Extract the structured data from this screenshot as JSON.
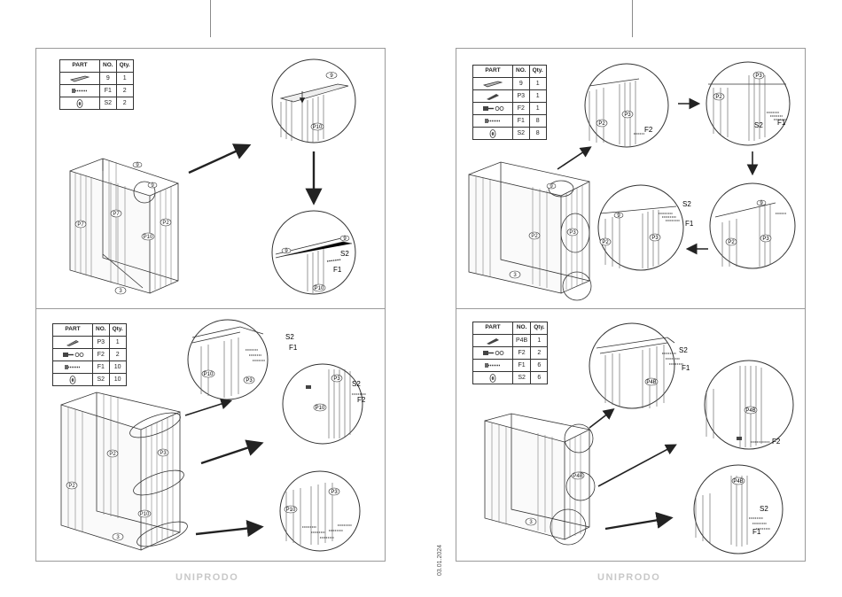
{
  "header_labels": {
    "part": "PART",
    "no": "NO.",
    "qty": "Qty."
  },
  "left_page": {
    "step1": {
      "parts": [
        {
          "icon": "rail-icon",
          "no": "9",
          "qty": "1"
        },
        {
          "icon": "screw-icon",
          "no": "F1",
          "qty": "2"
        },
        {
          "icon": "cap-icon",
          "no": "S2",
          "qty": "2"
        }
      ],
      "labels": {
        "part9": "9",
        "p7": "P7",
        "p2": "P2",
        "p10": "P10",
        "part3": "3",
        "part9b": "9",
        "f1": "F1",
        "s2": "S2"
      }
    },
    "step2": {
      "parts": [
        {
          "icon": "panel-icon",
          "no": "P3",
          "qty": "1"
        },
        {
          "icon": "anchor-icon",
          "no": "F2",
          "qty": "2"
        },
        {
          "icon": "screw-icon",
          "no": "F1",
          "qty": "10"
        },
        {
          "icon": "cap-icon",
          "no": "S2",
          "qty": "10"
        }
      ],
      "labels": {
        "p2": "P2",
        "p3": "P3",
        "p10": "P10",
        "part3": "3",
        "s2": "S2",
        "f1": "F1",
        "f2": "F2"
      }
    },
    "brand": "UNIPRODO"
  },
  "right_page": {
    "step1": {
      "parts": [
        {
          "icon": "rail-icon",
          "no": "9",
          "qty": "1"
        },
        {
          "icon": "panel-icon",
          "no": "P3",
          "qty": "1"
        },
        {
          "icon": "anchor-icon",
          "no": "F2",
          "qty": "1"
        },
        {
          "icon": "screw-icon",
          "no": "F1",
          "qty": "8"
        },
        {
          "icon": "cap-icon",
          "no": "S2",
          "qty": "8"
        }
      ],
      "labels": {
        "p2": "P2",
        "p3": "P3",
        "part9": "9",
        "part3": "3",
        "f2": "F2",
        "s2": "S2",
        "f1": "F1"
      }
    },
    "step2": {
      "parts": [
        {
          "icon": "panel-icon",
          "no": "P4B",
          "qty": "1"
        },
        {
          "icon": "anchor-icon",
          "no": "F2",
          "qty": "2"
        },
        {
          "icon": "screw-icon",
          "no": "F1",
          "qty": "6"
        },
        {
          "icon": "cap-icon",
          "no": "S2",
          "qty": "6"
        }
      ],
      "labels": {
        "p4b": "P4B",
        "part3": "3",
        "s2": "S2",
        "f1": "F1",
        "f2": "F2"
      }
    },
    "brand": "UNIPRODO"
  },
  "print_date": "03.01.2024"
}
